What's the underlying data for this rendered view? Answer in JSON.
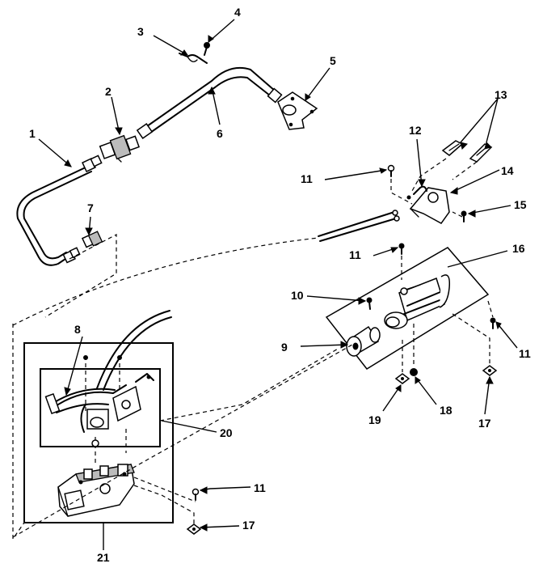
{
  "callouts": {
    "c1": "1",
    "c2": "2",
    "c3": "3",
    "c4": "4",
    "c5": "5",
    "c6": "6",
    "c7": "7",
    "c8": "8",
    "c9": "9",
    "c10": "10",
    "c11a": "11",
    "c11b": "11",
    "c11c": "11",
    "c11d": "11",
    "c12": "12",
    "c13": "13",
    "c14": "14",
    "c15": "15",
    "c16": "16",
    "c17a": "17",
    "c17b": "17",
    "c18": "18",
    "c19": "19",
    "c20": "20",
    "c21": "21"
  }
}
